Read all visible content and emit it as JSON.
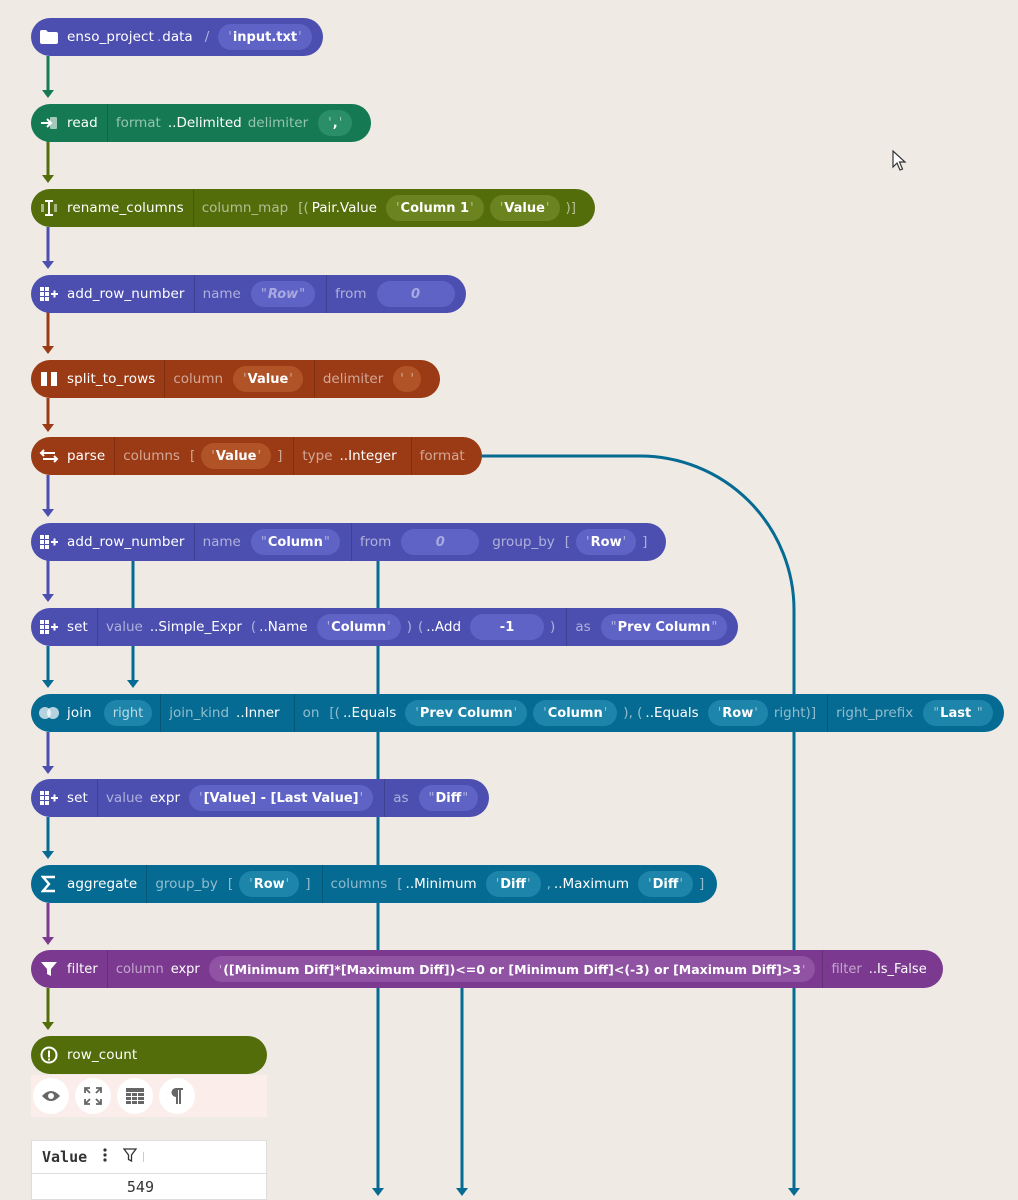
{
  "nodes": {
    "n1": {
      "fn": "enso_project",
      "dot": ".",
      "prop": "data",
      "slash": "/",
      "file": "input.txt"
    },
    "n2": {
      "fn": "read",
      "k_format": "format",
      "v_format": "..Delimited",
      "k_delim": "delimiter",
      "v_delim": ","
    },
    "n3": {
      "fn": "rename_columns",
      "k_map": "column_map",
      "open": "[(",
      "pair": "Pair.Value",
      "v1": "Column 1",
      "v2": "Value",
      "close": ")]"
    },
    "n4": {
      "fn": "add_row_number",
      "k_name": "name",
      "v_name": "Row",
      "k_from": "from",
      "v_from": "0"
    },
    "n5": {
      "fn": "split_to_rows",
      "k_col": "column",
      "v_col": "Value",
      "k_delim": "delimiter",
      "v_delim": " "
    },
    "n6": {
      "fn": "parse",
      "k_cols": "columns",
      "open": "[",
      "v_cols": "Value",
      "close": "]",
      "k_type": "type",
      "v_type": "..Integer",
      "k_format": "format"
    },
    "n7": {
      "fn": "add_row_number",
      "k_name": "name",
      "v_name": "Column",
      "k_from": "from",
      "v_from": "0",
      "k_group": "group_by",
      "open": "[",
      "v_group": "Row",
      "close": "]"
    },
    "n8": {
      "fn": "set",
      "k_value": "value",
      "v_expr": "..Simple_Expr",
      "open": "(",
      "v_name_fn": "..Name",
      "v_col": "Column",
      "close": ")",
      "open2": "(",
      "v_add": "..Add",
      "v_num": "-1",
      "close2": ")",
      "k_as": "as",
      "v_as": "Prev Column"
    },
    "n9": {
      "fn": "join",
      "right": "right",
      "k_kind": "join_kind",
      "v_kind": "..Inner",
      "k_on": "on",
      "open": "[(",
      "eq1": "..Equals",
      "a1": "Prev Column",
      "a2": "Column",
      "mid": "), (",
      "eq2": "..Equals",
      "a3": "Row",
      "tail": "right)]",
      "k_prefix": "right_prefix",
      "v_prefix": "Last "
    },
    "n10": {
      "fn": "set",
      "k_value": "value",
      "k_expr": "expr",
      "v_expr": "[Value] - [Last Value]",
      "k_as": "as",
      "v_as": "Diff"
    },
    "n11": {
      "fn": "aggregate",
      "k_group": "group_by",
      "open": "[",
      "v_group": "Row",
      "close": "]",
      "k_cols": "columns",
      "open2": "[",
      "min": "..Minimum",
      "a1": "Diff",
      "comma": ",",
      "max": "..Maximum",
      "a2": "Diff",
      "close2": "]"
    },
    "n12": {
      "fn": "filter",
      "k_col": "column",
      "k_expr": "expr",
      "v_expr": "([Minimum Diff]*[Maximum Diff])<=0 or [Minimum Diff]<(-3) or [Maximum Diff]>3",
      "k_filter": "filter",
      "v_filter": "..Is_False"
    },
    "n13": {
      "fn": "row_count"
    }
  },
  "table": {
    "column": "Value",
    "value": "549"
  },
  "colors": {
    "blue": "#4c4fb0",
    "green": "#157a54",
    "olive": "#546d0b",
    "rust": "#9b3b15",
    "teal": "#066b92",
    "purple": "#7b3a8f",
    "background": "#efeae4"
  },
  "icons": [
    "folder-icon",
    "read-icon",
    "rename-icon",
    "add-row-icon",
    "split-icon",
    "parse-icon",
    "join-icon",
    "sigma-icon",
    "filter-icon",
    "info-icon",
    "eye-icon",
    "fullscreen-icon",
    "table-icon",
    "pilcrow-icon",
    "column-menu-icon",
    "column-filter-icon",
    "cursor-icon"
  ]
}
